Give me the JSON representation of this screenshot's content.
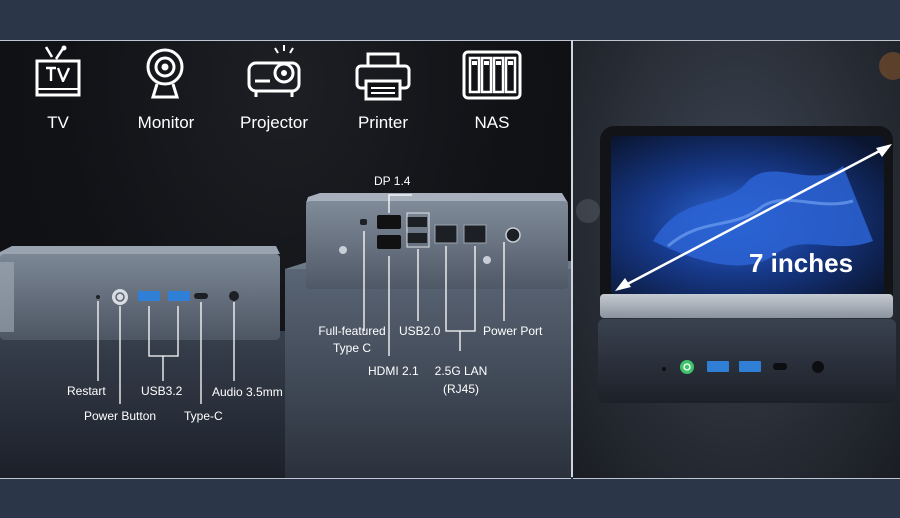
{
  "devices": [
    {
      "label": "TV",
      "icon": "tv-icon"
    },
    {
      "label": "Monitor",
      "icon": "webcam-icon"
    },
    {
      "label": "Projector",
      "icon": "projector-icon"
    },
    {
      "label": "Printer",
      "icon": "printer-icon"
    },
    {
      "label": "NAS",
      "icon": "nas-icon"
    }
  ],
  "front_ports": {
    "restart": "Restart",
    "power_button": "Power Button",
    "usb32": "USB3.2",
    "type_c": "Type-C",
    "audio": "Audio 3.5mm"
  },
  "rear_ports": {
    "dp": "DP 1.4",
    "full_type_c_line1": "Full-featured",
    "full_type_c_line2": "Type C",
    "hdmi": "HDMI 2.1",
    "usb20": "USB2.0",
    "lan_line1": "2.5G LAN",
    "lan_line2": "(RJ45)",
    "power_port": "Power Port"
  },
  "screen": {
    "size_label": "7 inches"
  },
  "colors": {
    "accent_green": "#3ec26b",
    "port_blue": "#2f7fd6",
    "panel_dark": "#111216",
    "band": "#2b3749"
  }
}
